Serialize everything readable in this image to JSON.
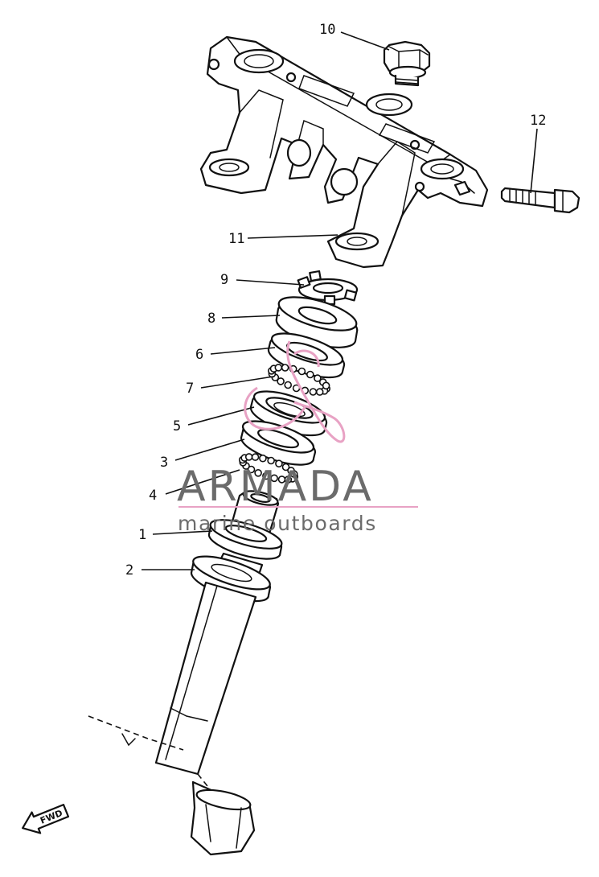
{
  "parts": [
    {
      "number": "1",
      "label": "1"
    },
    {
      "number": "2",
      "label": "2"
    },
    {
      "number": "3",
      "label": "3"
    },
    {
      "number": "4",
      "label": "4"
    },
    {
      "number": "5",
      "label": "5"
    },
    {
      "number": "6",
      "label": "6"
    },
    {
      "number": "7",
      "label": "7"
    },
    {
      "number": "8",
      "label": "8"
    },
    {
      "number": "9",
      "label": "9"
    },
    {
      "number": "10",
      "label": "10"
    },
    {
      "number": "11",
      "label": "11"
    },
    {
      "number": "12",
      "label": "12"
    }
  ],
  "watermark": {
    "brand": "ARMADA",
    "tagline": "marine outboards",
    "logo_color": "#e8a2c4",
    "text_color": "#6b6b6b",
    "rule_color": "#e8a2c4"
  },
  "direction_badge": {
    "text": "FWD",
    "icon": "arrow-left-icon"
  },
  "colors": {
    "ink": "#111111",
    "background": "#ffffff"
  }
}
